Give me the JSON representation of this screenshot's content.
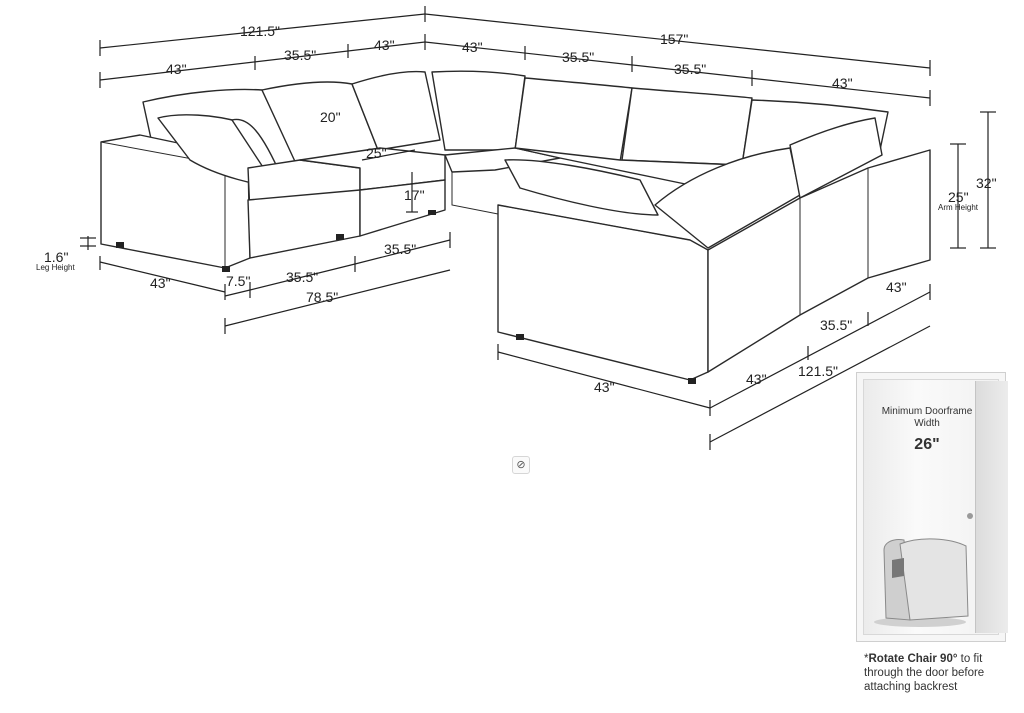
{
  "dimensions": {
    "top_left_total": "121.5\"",
    "top_right_total": "157\"",
    "top_seg_1": "43\"",
    "top_seg_2": "35.5\"",
    "top_seg_3": "43\"",
    "top_seg_4": "43\"",
    "top_seg_5": "35.5\"",
    "top_seg_6": "35.5\"",
    "top_seg_7": "43\"",
    "back_height": "20\"",
    "seat_depth": "25\"",
    "seat_height": "17\"",
    "arm_height_value": "25\"",
    "arm_height_label": "Arm Height",
    "total_height": "32\"",
    "leg_height_value": "1.6\"",
    "leg_height_label": "Leg Height",
    "front_left_depth": "43\"",
    "front_gap": "7.5\"",
    "front_mid": "35.5\"",
    "front_mid_upper": "35.5\"",
    "front_total": "78.5\"",
    "right_front": "43\"",
    "right_side_1": "43\"",
    "right_side_2": "35.5\"",
    "right_side_3": "43\"",
    "right_total": "121.5\""
  },
  "door": {
    "title": "Minimum Doorframe Width",
    "width": "26\"",
    "note_marker": "*",
    "note_bold": "Rotate Chair 90°",
    "note_rest": " to fit through the door before attaching backrest"
  },
  "icons": {
    "placeholder": "broken-image-icon"
  },
  "colors": {
    "line": "#222222",
    "background": "#ffffff"
  }
}
